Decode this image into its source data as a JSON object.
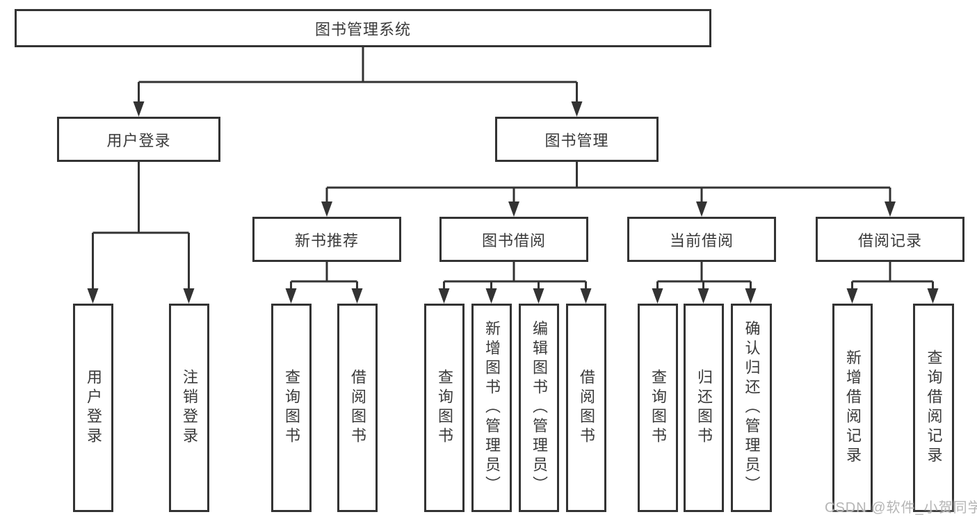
{
  "colors": {
    "line": "#333333",
    "box_border": "#333333",
    "text": "#3a3a3a",
    "watermark": "#b5b5b5",
    "background": "#ffffff"
  },
  "watermark": {
    "text": "CSDN @软件_小贺同学"
  },
  "tree": {
    "label": "图书管理系统",
    "children": [
      {
        "label": "用户登录",
        "children": [
          {
            "label": "用户登录"
          },
          {
            "label": "注销登录"
          }
        ]
      },
      {
        "label": "图书管理",
        "children": [
          {
            "label": "新书推荐",
            "children": [
              {
                "label": "查询图书"
              },
              {
                "label": "借阅图书"
              }
            ]
          },
          {
            "label": "图书借阅",
            "children": [
              {
                "label": "查询图书"
              },
              {
                "label": "新增图书（管理员）"
              },
              {
                "label": "编辑图书（管理员）"
              },
              {
                "label": "借阅图书"
              }
            ]
          },
          {
            "label": "当前借阅",
            "children": [
              {
                "label": "查询图书"
              },
              {
                "label": "归还图书"
              },
              {
                "label": "确认归还（管理员）"
              }
            ]
          },
          {
            "label": "借阅记录",
            "children": [
              {
                "label": "新增借阅记录"
              },
              {
                "label": "查询借阅记录"
              }
            ]
          }
        ]
      }
    ]
  }
}
